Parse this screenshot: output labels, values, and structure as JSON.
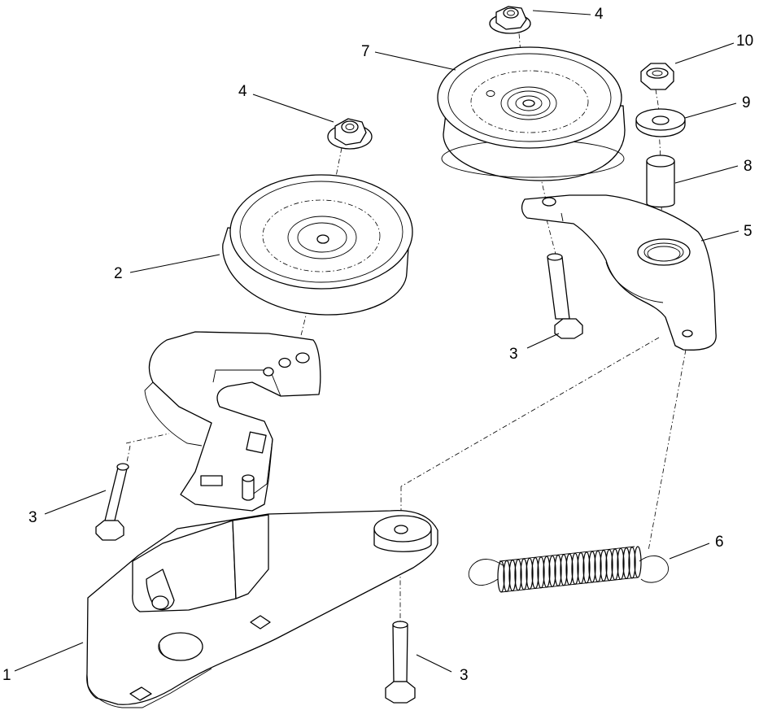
{
  "callouts": [
    {
      "id": "c1",
      "label": "1"
    },
    {
      "id": "c2",
      "label": "2"
    },
    {
      "id": "c3a",
      "label": "3"
    },
    {
      "id": "c3b",
      "label": "3"
    },
    {
      "id": "c3c",
      "label": "3"
    },
    {
      "id": "c4a",
      "label": "4"
    },
    {
      "id": "c4b",
      "label": "4"
    },
    {
      "id": "c5",
      "label": "5"
    },
    {
      "id": "c6",
      "label": "6"
    },
    {
      "id": "c7",
      "label": "7"
    },
    {
      "id": "c8",
      "label": "8"
    },
    {
      "id": "c9",
      "label": "9"
    },
    {
      "id": "c10",
      "label": "10"
    }
  ]
}
